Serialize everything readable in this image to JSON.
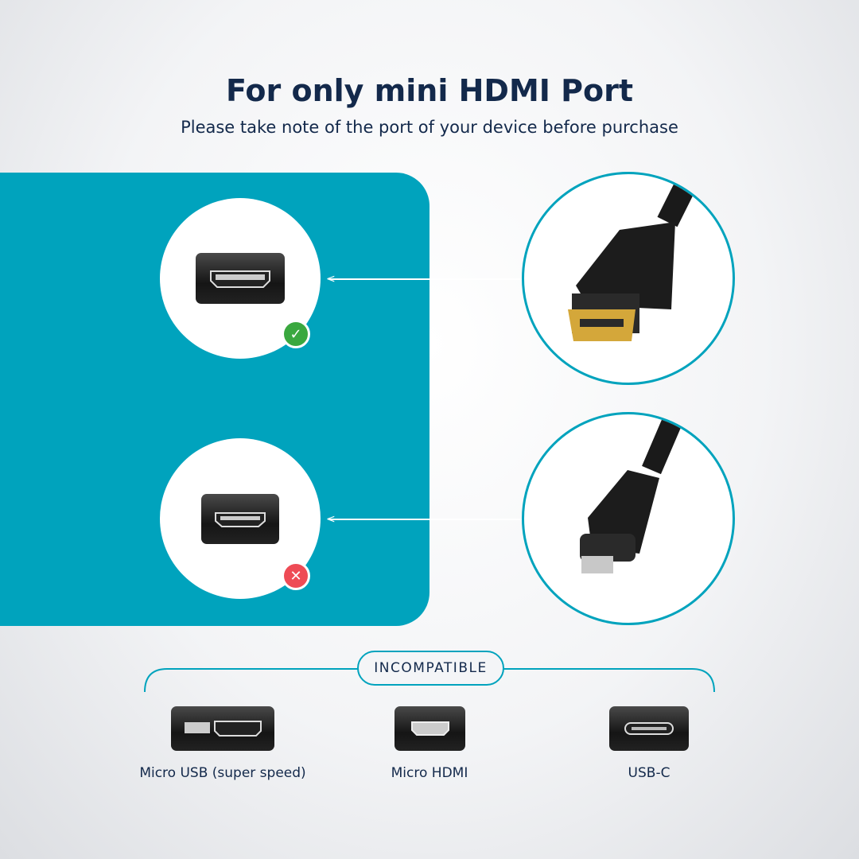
{
  "header": {
    "title": "For only mini HDMI Port",
    "subtitle": "Please take note of the port of your device before purchase"
  },
  "compatible": {
    "port": "mini HDMI",
    "status": "compatible",
    "badge_icon": "check-icon",
    "badge_color": "#3aa83f"
  },
  "incompatible_example": {
    "port": "micro USB",
    "status": "incompatible",
    "badge_icon": "x-icon",
    "badge_color": "#ee4b55"
  },
  "accent_color": "#00a3bd",
  "incompatible_section": {
    "label": "INCOMPATIBLE",
    "items": [
      {
        "label": "Micro USB (super speed)"
      },
      {
        "label": "Micro HDMI"
      },
      {
        "label": "USB-C"
      }
    ]
  }
}
